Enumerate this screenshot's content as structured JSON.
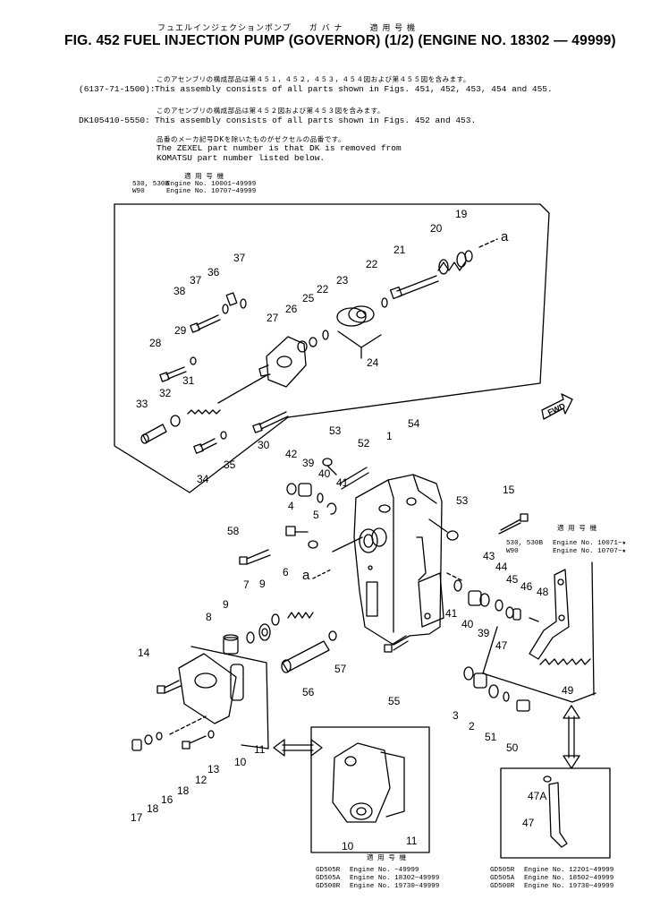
{
  "header": {
    "title_jp": "フュエルインジェクションポンプ　　ガ バ ナ　　　適 用 号 機",
    "title": "FIG. 452  FUEL INJECTION  PUMP (GOVERNOR) (1/2) (ENGINE NO. 18302 — 49999)"
  },
  "notes": [
    {
      "jp": "このアセンブリの構成部品は第４５１，４５２，４５３，４５４図および第４５５図を含みます。",
      "code": "(6137-71-1500):",
      "text": "This assembly consists of all parts shown in Figs. 451, 452, 453, 454 and 455."
    },
    {
      "jp": "このアセンブリの構成部品は第４５２図および第４５３図を含みます。",
      "code": "DK105410-5550:",
      "text": "This assembly consists of all parts shown in Figs. 452 and 453."
    }
  ],
  "zexel_note": {
    "jp": "品番のメーカ記号DKを除いたものがゼクセルの品番です。",
    "line1": "The ZEXEL part number is that DK is removed from",
    "line2": "KOMATSU part number listed below."
  },
  "applicability_top": {
    "heading": "適 用 号 機",
    "rows": [
      {
        "model": "530, 530B",
        "engine": "Engine  No. 10001~49999"
      },
      {
        "model": "W90",
        "engine": "Engine  No. 10707~49999"
      }
    ]
  },
  "applicability_right": {
    "heading": "適 用 号 機",
    "rows": [
      {
        "model": "530, 530B",
        "engine": "Engine  No. 10071~★"
      },
      {
        "model": "W90",
        "engine": "Engine  No. 10707~★"
      }
    ]
  },
  "applicability_bottom_mid": {
    "heading": "適 用 号 機",
    "rows": [
      {
        "model": "GD505R",
        "engine": "Engine No.   ~49999"
      },
      {
        "model": "GD505A",
        "engine": "Engine No. 18302~49999"
      },
      {
        "model": "GD500R",
        "engine": "Engine No. 19730~49999"
      }
    ]
  },
  "applicability_bottom_right": {
    "heading": "適 用 号 機",
    "rows": [
      {
        "model": "GD505R",
        "engine": "Engine No. 12201~49999"
      },
      {
        "model": "GD505A",
        "engine": "Engine No. 18502~49999"
      },
      {
        "model": "GD500R",
        "engine": "Engine No. 19730~49999"
      }
    ]
  },
  "fwd_label": "FWD",
  "arrow_label": "a",
  "callouts": [
    "19",
    "20",
    "21",
    "22",
    "23",
    "22",
    "25",
    "26",
    "27",
    "37",
    "36",
    "37",
    "38",
    "29",
    "28",
    "31",
    "32",
    "33",
    "24",
    "30",
    "34",
    "35",
    "53",
    "52",
    "1",
    "54",
    "42",
    "39",
    "40",
    "41",
    "4",
    "5",
    "58",
    "7",
    "6",
    "9",
    "9",
    "8",
    "14",
    "53",
    "15",
    "43",
    "44",
    "45",
    "46",
    "48",
    "40",
    "39",
    "41",
    "47",
    "49",
    "57",
    "56",
    "55",
    "3",
    "2",
    "51",
    "50",
    "11",
    "10",
    "12",
    "13",
    "16",
    "18",
    "17",
    "18",
    "11",
    "10",
    "47A",
    "47"
  ]
}
